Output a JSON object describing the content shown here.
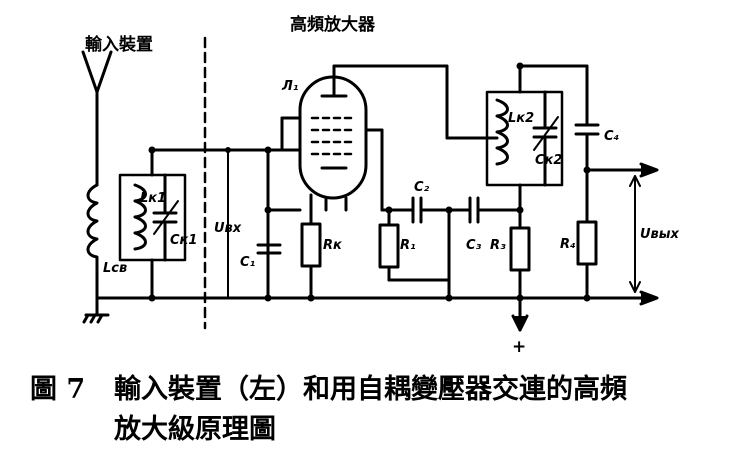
{
  "sections": {
    "input": "輸入裝置",
    "amplifier": "高頻放大器"
  },
  "labels": {
    "tube": "Л₁",
    "lk1": "Lк1",
    "ck1": "Cк1",
    "lcb": "Lсв",
    "ubx": "Uвх",
    "c1": "C₁",
    "rk": "Rк",
    "r1": "R₁",
    "c2": "C₂",
    "c3": "C₃",
    "r3": "R₃",
    "lk2": "Lк2",
    "ck2": "Cк2",
    "c4": "C₄",
    "r4": "R₄",
    "uvyx": "Uвых",
    "plus": "+"
  },
  "caption": {
    "number": "圖 7",
    "line1": "輸入裝置（左）和用自耦變壓器交連的高頻",
    "line2": "放大級原理圖"
  }
}
